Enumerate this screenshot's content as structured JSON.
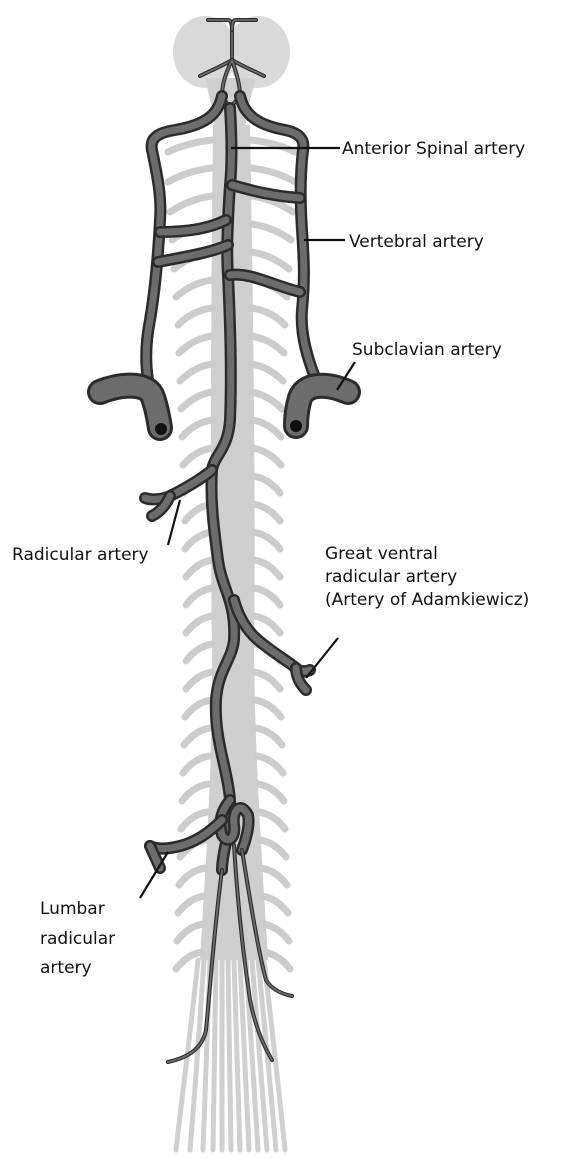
{
  "labels": {
    "anterior_spinal": "Anterior Spinal artery",
    "vertebral": "Vertebral artery",
    "subclavian": "Subclavian artery",
    "radicular": "Radicular artery",
    "great_ventral_1": "Great ventral",
    "great_ventral_2": "radicular artery",
    "great_ventral_3": "(Artery of Adamkiewicz)",
    "lumbar_1": "Lumbar",
    "lumbar_2": "radicular",
    "lumbar_3": "artery"
  },
  "colors": {
    "background": "#ffffff",
    "spinal_cord": "#cfcfcf",
    "artery_fill": "#6c6c6c",
    "artery_outline": "#2b2b2b",
    "label_text": "#111111"
  }
}
